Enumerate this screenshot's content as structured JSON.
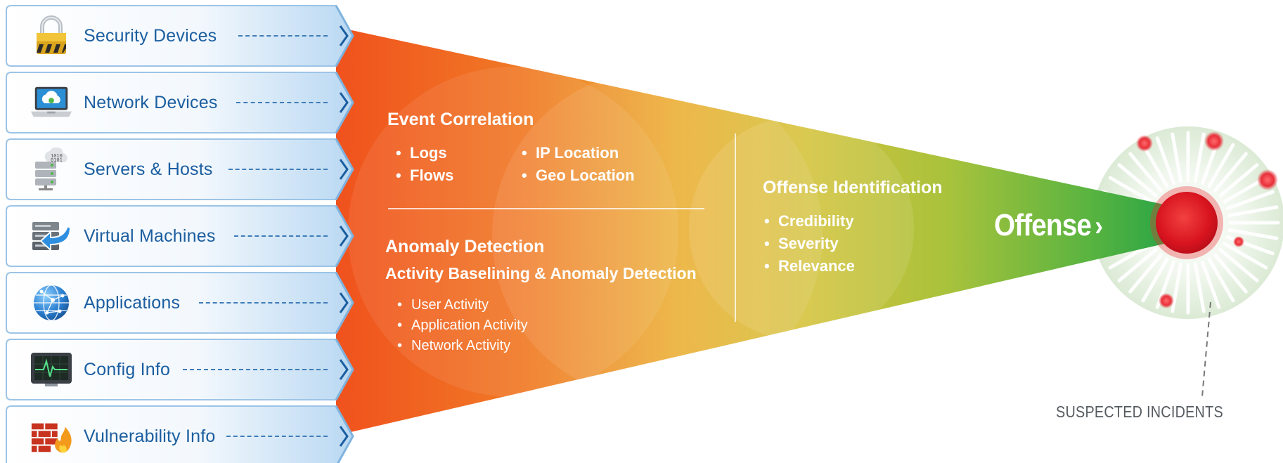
{
  "sources": [
    {
      "label": "Security Devices",
      "icon": "padlock-icon"
    },
    {
      "label": "Network Devices",
      "icon": "cloud-laptop-icon"
    },
    {
      "label": "Servers & Hosts",
      "icon": "server-icon"
    },
    {
      "label": "Virtual Machines",
      "icon": "virtual-machine-icon"
    },
    {
      "label": "Applications",
      "icon": "globe-icon"
    },
    {
      "label": "Config Info",
      "icon": "monitor-icon"
    },
    {
      "label": "Vulnerability Info",
      "icon": "firewall-icon"
    }
  ],
  "event_correlation": {
    "title": "Event Correlation",
    "col1": [
      "Logs",
      "Flows"
    ],
    "col2": [
      "IP Location",
      "Geo Location"
    ]
  },
  "anomaly_detection": {
    "title": "Anomaly Detection",
    "subtitle": "Activity Baselining & Anomaly Detection",
    "items": [
      "User Activity",
      "Application Activity",
      "Network Activity"
    ]
  },
  "offense_identification": {
    "title": "Offense Identification",
    "items": [
      "Credibility",
      "Severity",
      "Relevance"
    ]
  },
  "offense": {
    "label": "Offense",
    "chevron": "›"
  },
  "suspected_incidents": "SUSPECTED INCIDENTS",
  "server_icon_text": [
    "1010",
    "0101"
  ],
  "colors": {
    "funnel_start": "#f0531f",
    "funnel_mid": "#e8b93a",
    "funnel_end": "#2aa744",
    "incident_red": "#e0202e",
    "label_blue": "#1b5ea0"
  }
}
